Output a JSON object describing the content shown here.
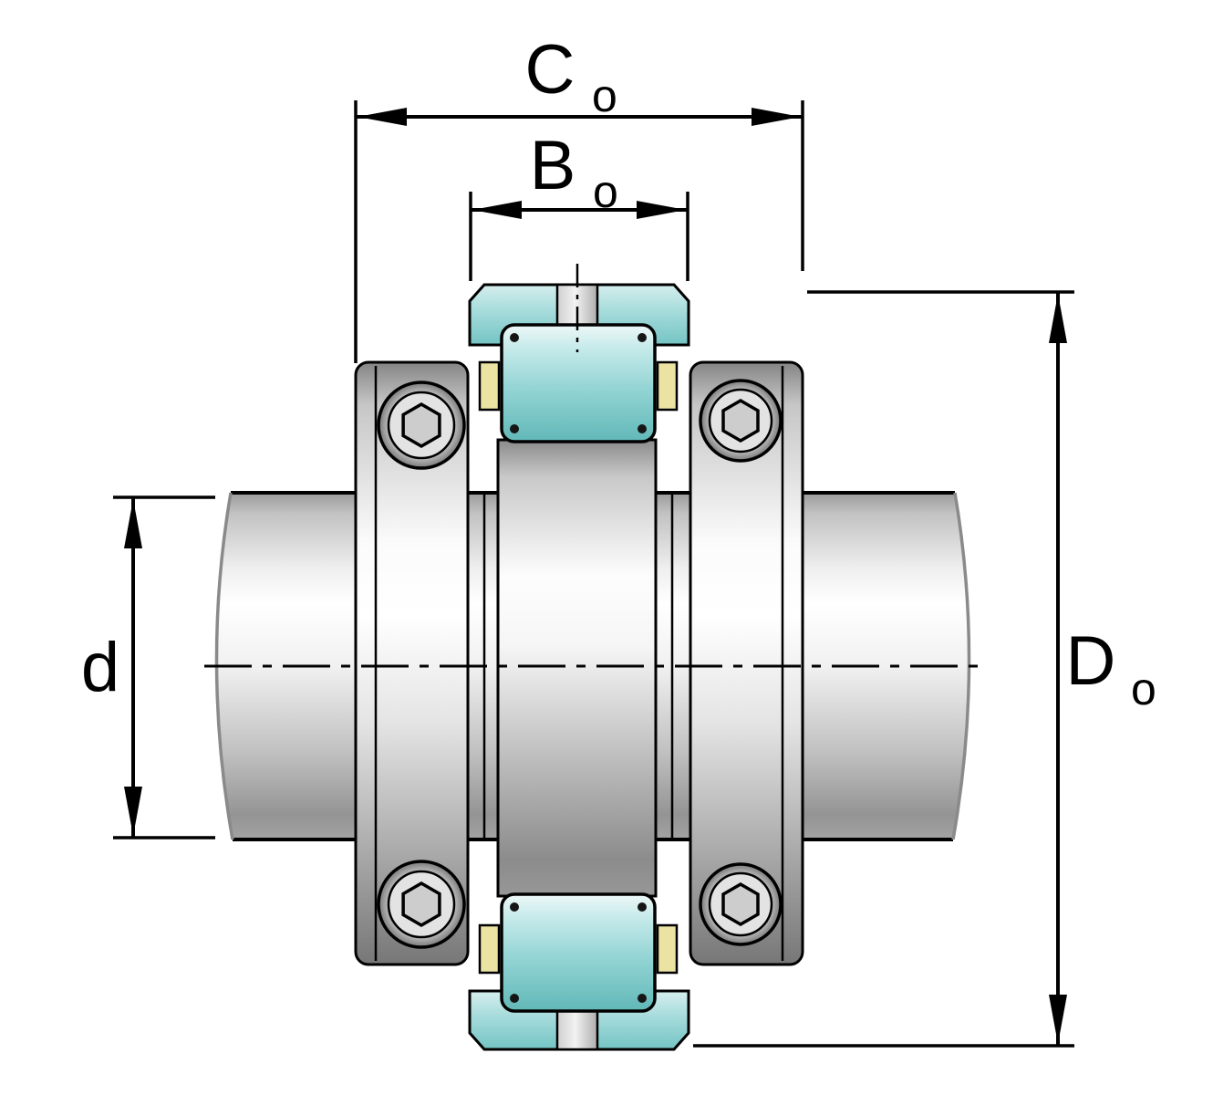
{
  "diagram": {
    "title": "Split spherical roller bearing cross-section with dimension callouts",
    "dimension_labels": {
      "width_outer": {
        "main": "C",
        "sub": "o"
      },
      "width_inner": {
        "main": "B",
        "sub": "o"
      },
      "shaft_diameter": {
        "main": "d",
        "sub": ""
      },
      "outer_diameter": {
        "main": "D",
        "sub": "o"
      }
    },
    "colors": {
      "outline": "#000000",
      "teal": "#8fd2d2",
      "teal_light": "#d6eeee",
      "teal_dark": "#5cb4b4",
      "cream": "#ebe3a2",
      "metal_light": "#ffffff",
      "metal": "#c8c8c8",
      "metal_dark": "#7d7d7d",
      "background": "#ffffff"
    }
  }
}
